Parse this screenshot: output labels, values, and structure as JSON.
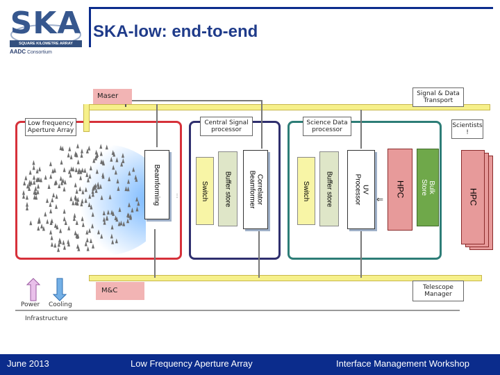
{
  "header": {
    "logo_text": "SKA",
    "logo_subtitle": "SQUARE KILOMETRE ARRAY",
    "consortium_aadc": "AADC",
    "consortium_word": "Consortium",
    "title": "SKA-low: end-to-end"
  },
  "diagram": {
    "maser": "Maser",
    "signal_transport": "Signal & Data Transport",
    "lfaa": "Low frequency Aperture Array",
    "csp": "Central Signal processor",
    "sdp": "Science Data processor",
    "scientists": "Scientists !",
    "beamforming": "Beamforming",
    "ellipsis": "...",
    "switch_csp": "Switch",
    "buffer_csp": "Buffer store",
    "correlator": "Correlator Beamformer",
    "switch_sdp": "Switch",
    "buffer_sdp": "Buffer store",
    "uv_processor": "UV Processor",
    "hpc_1": "HPC",
    "bulk_store": "Bulk Store",
    "hpc_2": "HPC",
    "mc": "M&C",
    "telescope_manager": "Telescope Manager",
    "power": "Power",
    "cooling": "Cooling",
    "infrastructure": "Infrastructure"
  },
  "footer": {
    "date": "June 2013",
    "center": "Low Frequency Aperture Array",
    "right": "Interface Management Workshop"
  },
  "colors": {
    "footer_bg": "#0b2c8c",
    "lfaa_border": "#d6313a",
    "csp_border": "#2f2f6e",
    "sdp_border": "#2d7d77",
    "bus_yellow": "#f6f08a",
    "bulk_green": "#6fa84a",
    "hpc_pink": "#e79a9a"
  }
}
